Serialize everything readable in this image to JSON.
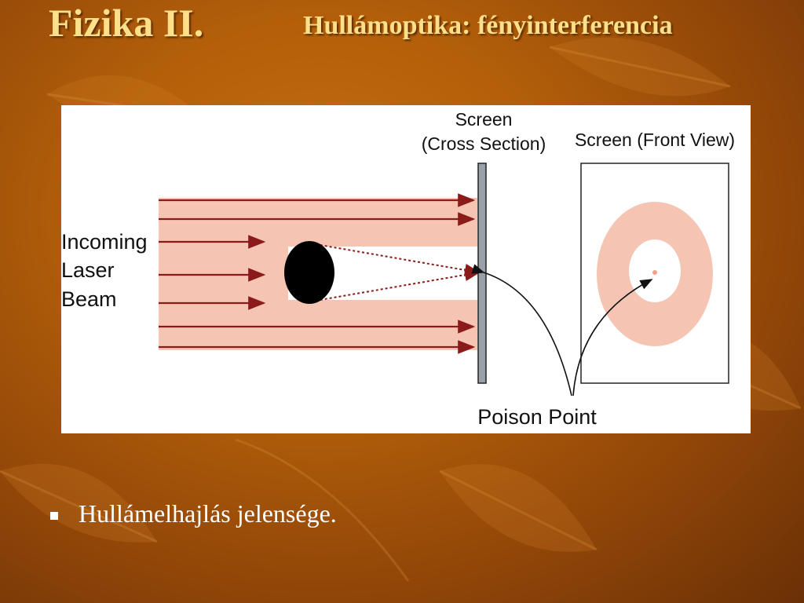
{
  "slide": {
    "title": "Fizika II.",
    "subtitle": "Hullámoptika: fényinterferencia"
  },
  "figure": {
    "labels": {
      "incoming_line1": "Incoming",
      "incoming_line2": "Laser",
      "incoming_line3": "Beam",
      "screen_cross_line1": "Screen",
      "screen_cross_line2": "(Cross Section)",
      "screen_front": "Screen (Front View)",
      "poison_point": "Poison Point"
    },
    "colors": {
      "beam": "#f5c4b3",
      "arrow": "#8b1a1a",
      "screen_bar": "#9aa0a8",
      "obstacle": "#000000"
    }
  },
  "bullets": [
    {
      "text": "Hullámelhajlás jelensége."
    }
  ],
  "theme": {
    "title_color": "#ffe08a",
    "background": "#b35f0a"
  }
}
